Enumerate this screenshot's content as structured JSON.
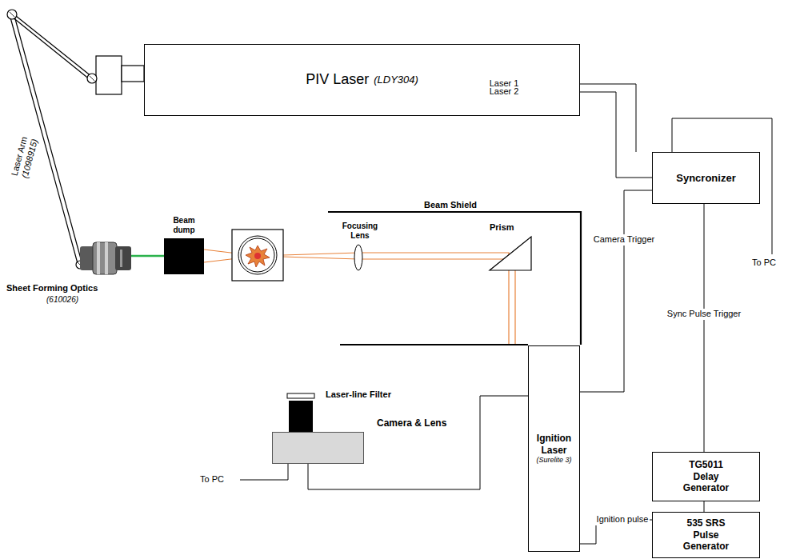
{
  "diagram": {
    "nodes": [
      {
        "text": [
          "PIV Laser",
          "(LDY304)"
        ]
      },
      {
        "text": [
          "Syncronizer"
        ]
      },
      {
        "text": [
          "Ignition Laser",
          "(Surelite 3)"
        ]
      },
      {
        "text": [
          "TG5011 Delay Generator"
        ]
      },
      {
        "text": [
          "535 SRS Pulse Generator"
        ]
      },
      {
        "text": [
          "Camera & Lens"
        ]
      }
    ],
    "edges": [
      {
        "from": 0,
        "to": 1,
        "arrow": "none",
        "label": "Laser 1"
      },
      {
        "from": 0,
        "to": 1,
        "arrow": "none",
        "label": "Laser 2"
      },
      {
        "from": 1,
        "to": 2,
        "arrow": "none",
        "label": "Camera Trigger"
      },
      {
        "from": 1,
        "to": 3,
        "arrow": "none",
        "label": "Sync Pulse Trigger"
      },
      {
        "from": 3,
        "to": 4,
        "arrow": "none"
      },
      {
        "from": 5,
        "to": 2,
        "arrow": "none"
      },
      {
        "from": 2,
        "to": 4,
        "arrow": "none",
        "label": "Ignition pulse"
      }
    ],
    "labels": [
      "Laser Arm",
      "(1098915)",
      "Sheet Forming Optics",
      "(610026)",
      "Beam dump",
      "Beam Shield",
      "Focusing Lens",
      "Prism",
      "Laser-line Filter",
      "To PC",
      "To PC"
    ]
  }
}
